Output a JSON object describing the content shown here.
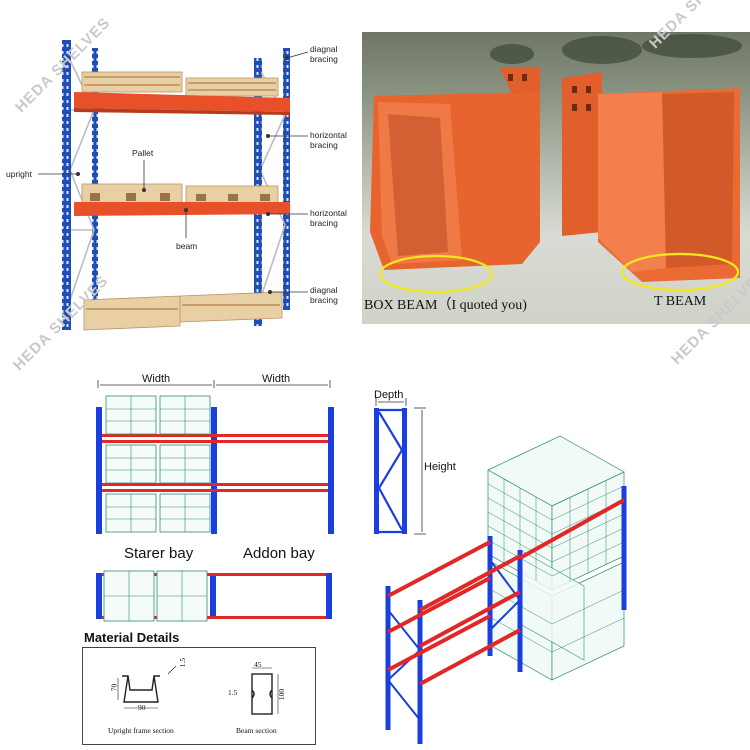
{
  "watermark": "HEDA SHELVES",
  "rack_labels": {
    "diagonal_bracing_top": "diagnal\nbracing",
    "horizontal_bracing_1": "horizontal\nbracing",
    "horizontal_bracing_2": "horizontal\nbracing",
    "diagonal_bracing_bottom": "diagnal\nbracing",
    "upright": "upright",
    "pallet": "Pallet",
    "beam": "beam"
  },
  "photo": {
    "box_beam_caption": "BOX BEAM（I quoted you)",
    "t_beam_caption": "T BEAM"
  },
  "drawing": {
    "width_label_1": "Width",
    "width_label_2": "Width",
    "depth_label": "Depth",
    "height_label": "Height",
    "starter_bay": "Starer bay",
    "addon_bay": "Addon bay"
  },
  "material": {
    "title": "Material Details",
    "upright_dim_70": "70",
    "upright_dim_90": "90",
    "upright_dim_15": "1.5",
    "upright_caption": "Upright frame section",
    "beam_dim_45": "45",
    "beam_dim_100": "100",
    "beam_dim_15": "1.5",
    "beam_caption": "Beam section"
  },
  "colors": {
    "upright_blue": "#1f4fb5",
    "beam_orange": "#e8502a",
    "drawing_blue": "#1a3fe0",
    "drawing_red": "#e32626",
    "pallet_green": "#2f8f6e",
    "wood": "#e9cfa4"
  }
}
